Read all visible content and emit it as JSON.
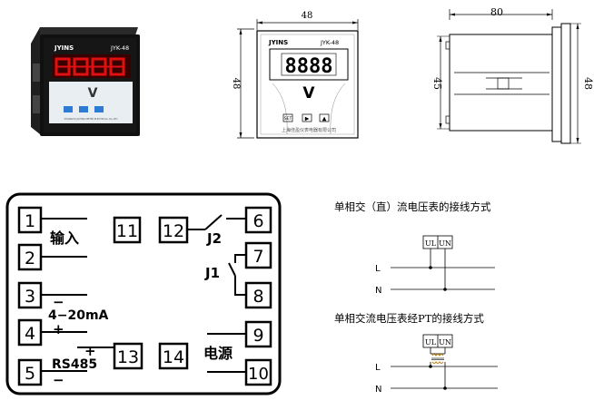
{
  "photo": {
    "brand": "JYINS",
    "model": "JYK-48",
    "unit": "V",
    "maker": "SHANGHAI JIAYING METER ELECTRICAL CO.,LTD"
  },
  "front_view": {
    "width_dim": "48",
    "height_dim": "48",
    "brand": "JYINS",
    "model": "JYK-48",
    "digits": "8888",
    "unit": "V",
    "buttons": [
      "SET",
      "▶",
      "▲"
    ],
    "maker": "上海佳盈仪表电器有限公司"
  },
  "side_view": {
    "depth_dim": "80",
    "body_dim": "45",
    "height_dim": "48"
  },
  "terminal_block": {
    "terminals": [
      "1",
      "2",
      "3",
      "4",
      "5",
      "6",
      "7",
      "8",
      "9",
      "10",
      "11",
      "12",
      "13",
      "14"
    ],
    "labels": {
      "input": "输入",
      "minus_a": "−",
      "current": "4−20mA",
      "plus_a": "+",
      "plus_b": "+",
      "rs485": "RS485",
      "minus_b": "−",
      "j2": "J2",
      "j1": "J1",
      "power": "电源"
    }
  },
  "wiring": {
    "title_direct": "单相交（直）流电压表的接线方式",
    "title_pt": "单相交流电压表经PT的接线方式",
    "terminal_ul": "UL",
    "terminal_un": "UN",
    "line_l": "L",
    "line_n": "N"
  }
}
